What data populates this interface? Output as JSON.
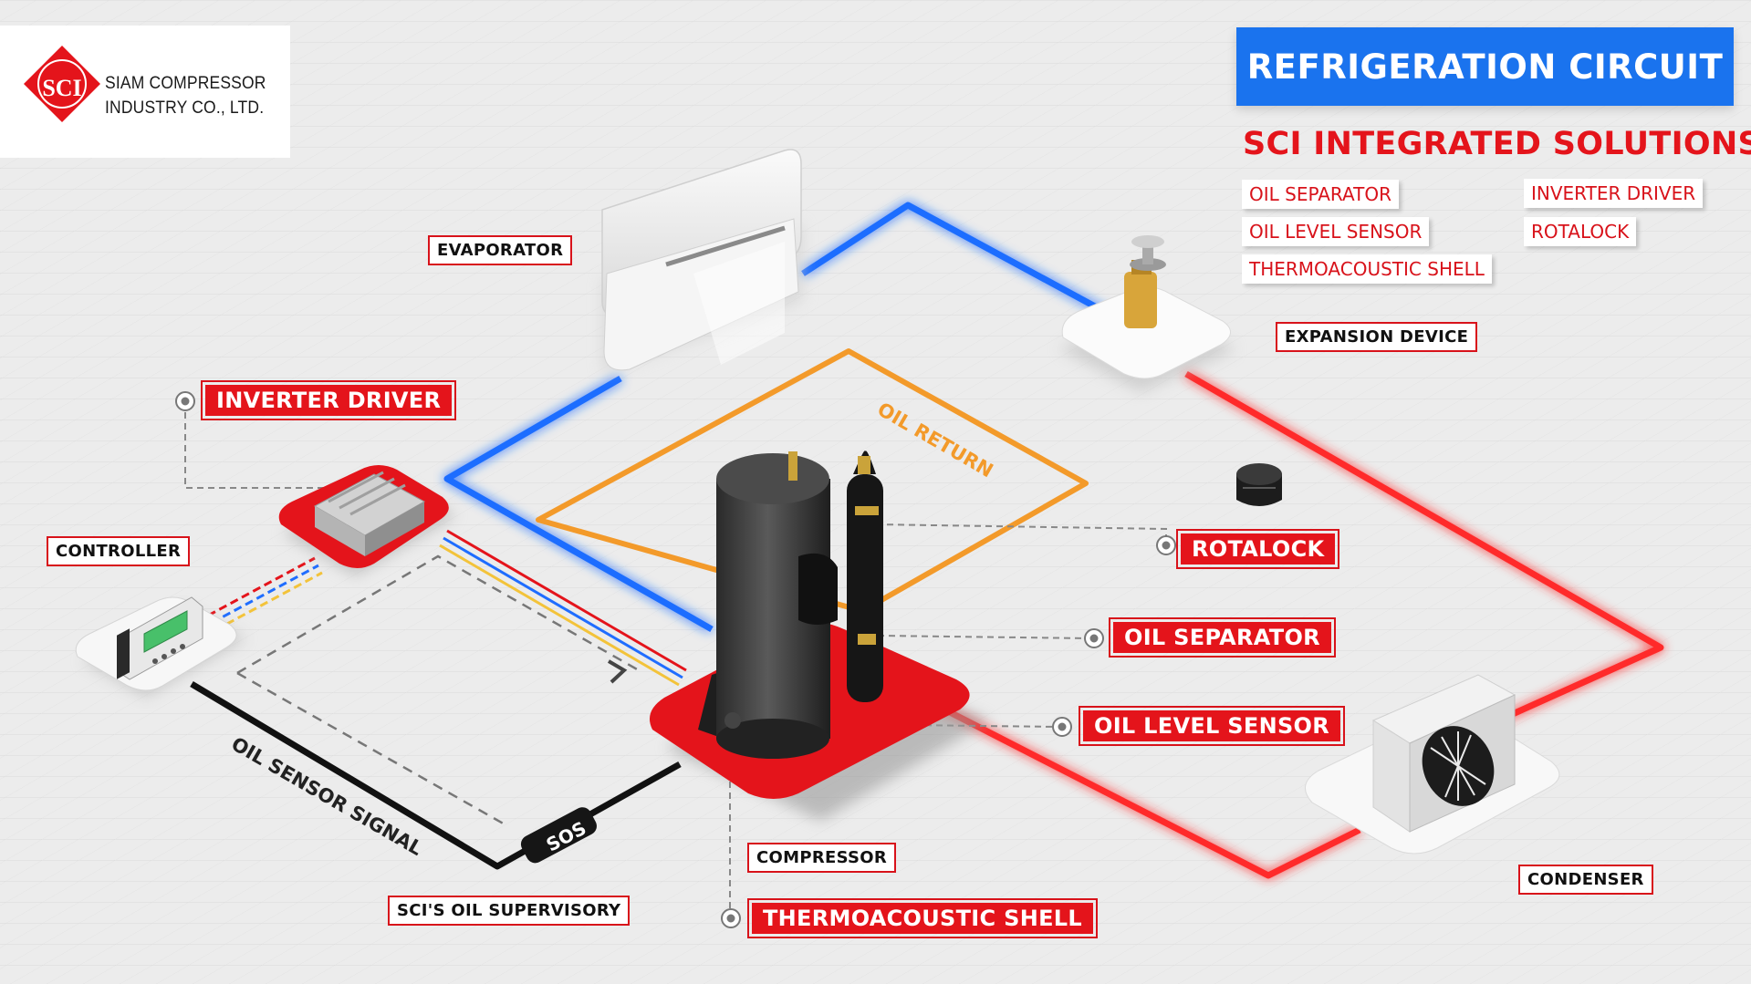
{
  "logo": {
    "mark": "SCI",
    "company_line1": "SIAM COMPRESSOR",
    "company_line2": "INDUSTRY CO., LTD."
  },
  "title": "REFRIGERATION CIRCUIT",
  "subtitle": "SCI INTEGRATED SOLUTIONS",
  "solutions": [
    "OIL SEPARATOR",
    "OIL LEVEL SENSOR",
    "THERMOACOUSTIC SHELL",
    "INVERTER DRIVER",
    "ROTALOCK"
  ],
  "labels": {
    "evaporator": "EVAPORATOR",
    "expansion_device": "EXPANSION DEVICE",
    "controller": "CONTROLLER",
    "compressor": "COMPRESSOR",
    "condenser": "CONDENSER",
    "oil_supervisory": "SCI'S OIL SUPERVISORY",
    "inverter_driver": "INVERTER DRIVER",
    "rotalock": "ROTALOCK",
    "oil_separator": "OIL SEPARATOR",
    "oil_level_sensor": "OIL LEVEL SENSOR",
    "thermoacoustic_shell": "THERMOACOUSTIC SHELL"
  },
  "path_labels": {
    "oil_return": "OIL RETURN",
    "oil_sensor_signal": "OIL SENSOR SIGNAL",
    "sos": "SOS"
  },
  "colors": {
    "suction_line": "#1f6dff",
    "discharge_line": "#ff2a2a",
    "oil_return_line": "#f39a2a",
    "signal_line": "#111111",
    "accent_red": "#e4141b",
    "title_blue": "#1a73ee"
  }
}
